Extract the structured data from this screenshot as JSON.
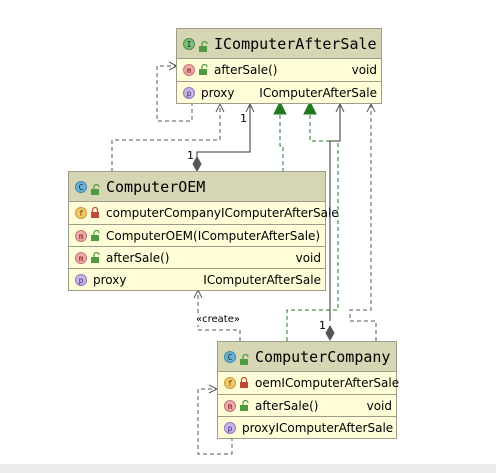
{
  "classes": {
    "iface": {
      "title": "IComputerAfterSale",
      "badge": "I",
      "rows": [
        {
          "badge": "m",
          "name": "afterSale()",
          "type": "void"
        },
        {
          "badge": "p",
          "name": "proxy",
          "type": "IComputerAfterSale"
        }
      ]
    },
    "oem": {
      "title": "ComputerOEM",
      "badge": "C",
      "rows": [
        {
          "badge": "f",
          "name": "computerCompany",
          "type": "IComputerAfterSale"
        },
        {
          "badge": "m",
          "name": "ComputerOEM(IComputerAfterSale)",
          "type": ""
        },
        {
          "badge": "m",
          "name": "afterSale()",
          "type": "void"
        },
        {
          "badge": "p",
          "name": "proxy",
          "type": "IComputerAfterSale"
        }
      ]
    },
    "company": {
      "title": "ComputerCompany",
      "badge": "C",
      "rows": [
        {
          "badge": "f",
          "name": "oem",
          "type": "IComputerAfterSale"
        },
        {
          "badge": "m",
          "name": "afterSale()",
          "type": "void"
        },
        {
          "badge": "p",
          "name": "proxy",
          "type": "IComputerAfterSale"
        }
      ]
    }
  },
  "labels": {
    "mult_iface": "1",
    "mult_oem": "1",
    "mult_company": "1",
    "create": "«create»"
  },
  "colors": {
    "header": "#d6d6b4",
    "body": "#fefdd8",
    "border": "#9d9d8a",
    "realization": "#1f7a1f",
    "dependency": "#555555",
    "association": "#333333"
  }
}
